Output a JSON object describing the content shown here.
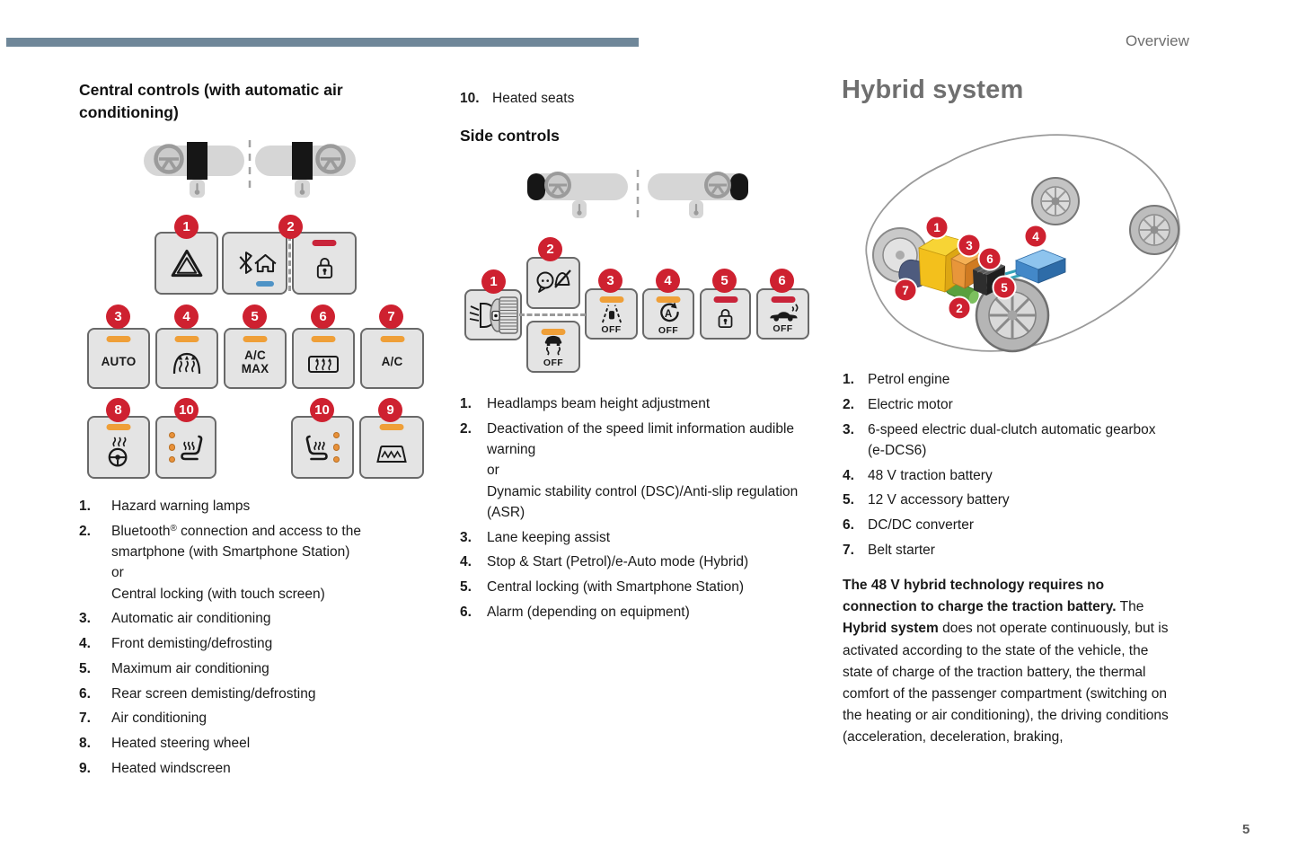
{
  "header": {
    "section_label": "Overview"
  },
  "footer": {
    "page_number": "5"
  },
  "central_controls": {
    "heading": "Central controls (with automatic air conditioning)",
    "row1_badges": [
      "1",
      "2"
    ],
    "row2_badges": [
      "3",
      "4",
      "5",
      "6",
      "7"
    ],
    "row3_badges": [
      "8",
      "10",
      "10",
      "9"
    ],
    "button_labels": {
      "auto": "AUTO",
      "ac_max": "A/C MAX",
      "ac": "A/C"
    },
    "legend": [
      {
        "num": "1.",
        "text": "Hazard warning lamps"
      },
      {
        "num": "2.",
        "pre": "Bluetooth",
        "sup": "®",
        "rest": " connection and access to the smartphone (with Smartphone Station)",
        "or": "or",
        "alt": "Central locking (with touch screen)"
      },
      {
        "num": "3.",
        "text": "Automatic air conditioning"
      },
      {
        "num": "4.",
        "text": "Front demisting/defrosting"
      },
      {
        "num": "5.",
        "text": "Maximum air conditioning"
      },
      {
        "num": "6.",
        "text": "Rear screen demisting/defrosting"
      },
      {
        "num": "7.",
        "text": "Air conditioning"
      },
      {
        "num": "8.",
        "text": "Heated steering wheel"
      },
      {
        "num": "9.",
        "text": "Heated windscreen"
      }
    ],
    "legend_item10": {
      "num": "10.",
      "text": "Heated seats"
    }
  },
  "side_controls": {
    "heading": "Side controls",
    "badges": [
      "1",
      "2",
      "3",
      "4",
      "5",
      "6"
    ],
    "off_label": "OFF",
    "stop_start_letter": "A",
    "legend": [
      {
        "num": "1.",
        "text": "Headlamps beam height adjustment"
      },
      {
        "num": "2.",
        "text": "Deactivation of the speed limit information audible warning",
        "or": "or",
        "alt": "Dynamic stability control (DSC)/Anti-slip regulation (ASR)"
      },
      {
        "num": "3.",
        "text": "Lane keeping assist"
      },
      {
        "num": "4.",
        "text": "Stop & Start (Petrol)/e-Auto mode (Hybrid)"
      },
      {
        "num": "5.",
        "text": "Central locking (with Smartphone Station)"
      },
      {
        "num": "6.",
        "text": "Alarm (depending on equipment)"
      }
    ]
  },
  "hybrid_system": {
    "title": "Hybrid system",
    "badges": [
      "1",
      "2",
      "3",
      "4",
      "5",
      "6",
      "7"
    ],
    "legend": [
      {
        "num": "1.",
        "text": "Petrol engine"
      },
      {
        "num": "2.",
        "text": "Electric motor"
      },
      {
        "num": "3.",
        "text": "6-speed electric dual-clutch automatic gearbox (e-DCS6)"
      },
      {
        "num": "4.",
        "text": "48 V traction battery"
      },
      {
        "num": "5.",
        "text": "12 V accessory battery"
      },
      {
        "num": "6.",
        "text": "DC/DC converter"
      },
      {
        "num": "7.",
        "text": "Belt starter"
      }
    ],
    "paragraph": {
      "lead": "The 48 V hybrid technology requires no connection to charge the traction battery.",
      "p1": " The ",
      "bold": "Hybrid system",
      "p2": " does not operate continuously, but is activated according to the state of the vehicle, the state of charge of the traction battery, the thermal comfort of the passenger compartment (switching on the heating or air conditioning), the driving conditions (acceleration, deceleration, braking,"
    }
  },
  "colors": {
    "top_bar": "#6f8799",
    "badge_red": "#ce2130",
    "indicator_orange": "#ef9f38",
    "indicator_red": "#c9243a",
    "indicator_blue": "#4f93c6"
  }
}
